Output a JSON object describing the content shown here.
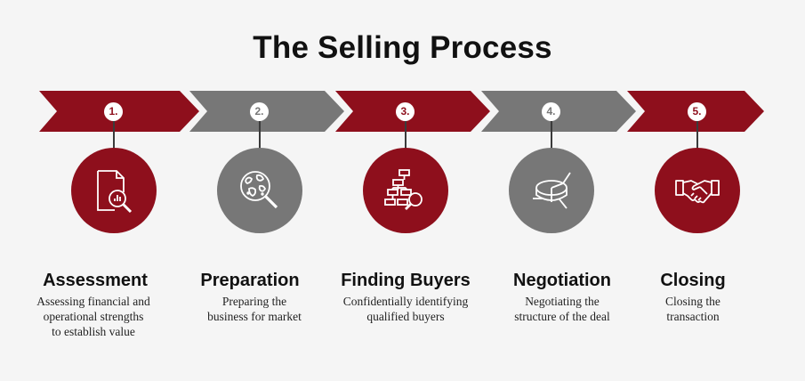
{
  "title": "The Selling Process",
  "colors": {
    "red": "#8e0f1c",
    "gray": "#777777",
    "text": "#111111"
  },
  "steps": [
    {
      "number": "1.",
      "title": "Assessment",
      "desc": [
        "Assessing financial and",
        "operational strengths",
        "to establish value"
      ],
      "color": "red",
      "icon": "document-search-icon"
    },
    {
      "number": "2.",
      "title": "Preparation",
      "desc": [
        "Preparing the",
        "business for market"
      ],
      "color": "gray",
      "icon": "globe-magnifier-icon"
    },
    {
      "number": "3.",
      "title": "Finding Buyers",
      "desc": [
        "Confidentially identifying",
        "qualified buyers"
      ],
      "color": "red",
      "icon": "org-chart-search-icon"
    },
    {
      "number": "4.",
      "title": "Negotiation",
      "desc": [
        "Negotiating the",
        "structure of the deal"
      ],
      "color": "gray",
      "icon": "pie-chart-icon"
    },
    {
      "number": "5.",
      "title": "Closing",
      "desc": [
        "Closing the",
        "transaction"
      ],
      "color": "red",
      "icon": "handshake-icon"
    }
  ]
}
